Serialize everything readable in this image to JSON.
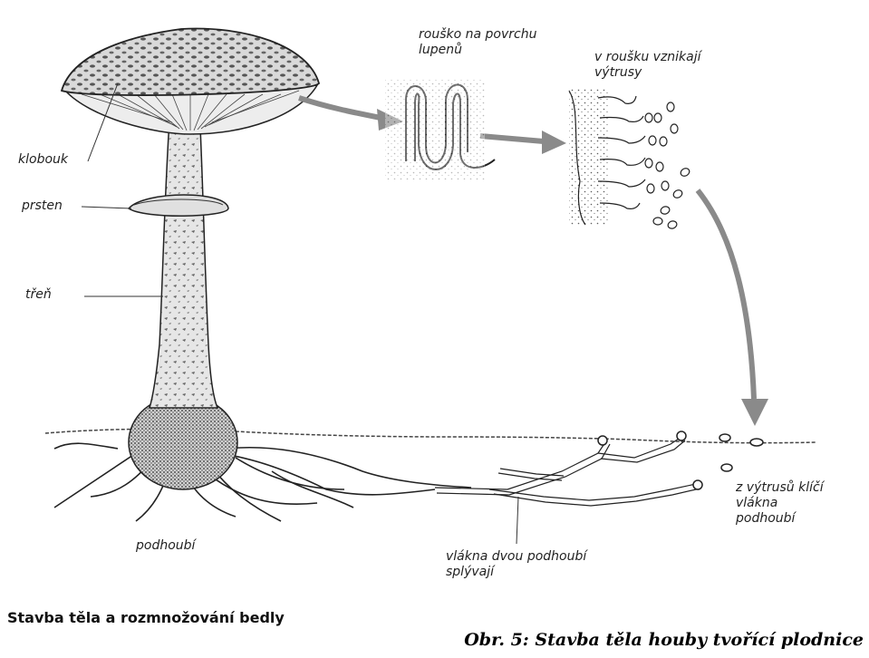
{
  "diagram": {
    "labels": {
      "klobouk": "klobouk",
      "prsten": "prsten",
      "tren": "třeň",
      "podhoubi": "podhoubí",
      "rousko": "rouško na povrchu\nlupenů",
      "vytrusy": "v roušku vznikají\nvýtrusy",
      "klici": "z výtrusů klíčí\nvlákna\npodhoubí",
      "splyvaji": "vlákna dvou podhoubí\nsplývají"
    },
    "figure_title": "Stavba těla a rozmnožování bedly"
  },
  "caption": "Obr. 5: Stavba těla houby tvořící plodnice",
  "colors": {
    "ink": "#1a1a1a",
    "arrow": "#8a8a8a",
    "stipple": "#555555"
  }
}
